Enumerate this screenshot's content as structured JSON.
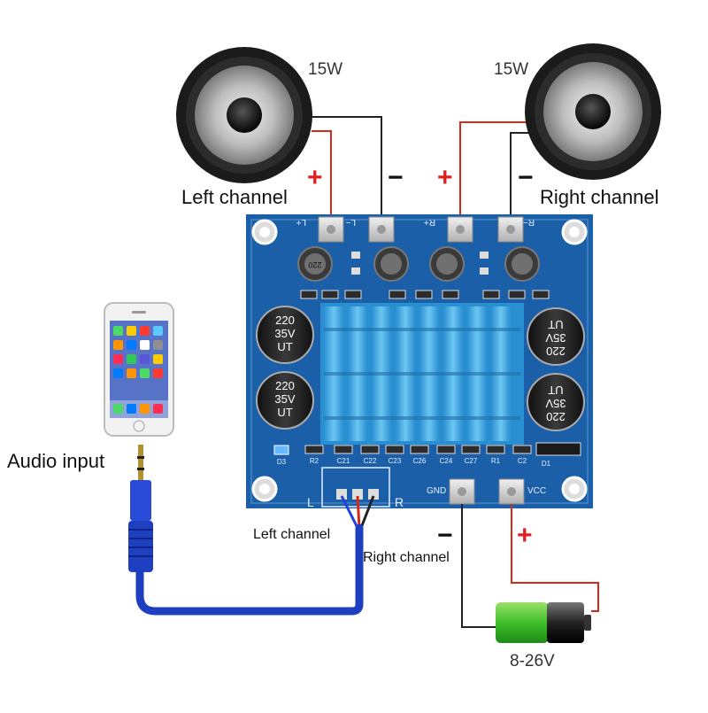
{
  "speakers": {
    "left": {
      "power": "15W",
      "label": "Left channel"
    },
    "right": {
      "power": "15W",
      "label": "Right channel"
    }
  },
  "polarity": {
    "plus": "+",
    "minus": "−"
  },
  "board": {
    "terminals": {
      "l_plus": "L+",
      "l_minus": "L−",
      "r_plus": "R+",
      "r_minus": "R−",
      "gnd": "GND",
      "vcc": "VCC"
    },
    "audio_pins": {
      "left": "L",
      "right": "R"
    },
    "capacitor_text": [
      "220",
      "35V",
      "UT"
    ],
    "inductor_text": "220",
    "component_labels": [
      "R2",
      "C21",
      "C22",
      "C23",
      "C26",
      "C24",
      "C27",
      "R1",
      "C2",
      "D1",
      "D3"
    ]
  },
  "audio": {
    "input_label": "Audio input",
    "left_wire_label": "Left channel",
    "right_wire_label": "Right channel"
  },
  "power_supply": {
    "voltage_label": "8-26V"
  },
  "colors": {
    "board": "#1a5fa8",
    "heatsink": "#3aa8e0",
    "wire_red": "#d42a1a",
    "wire_black": "#222222",
    "cable_blue": "#1e3fc0",
    "battery_green": "#3fbf2a",
    "sign_red": "#e02020"
  }
}
